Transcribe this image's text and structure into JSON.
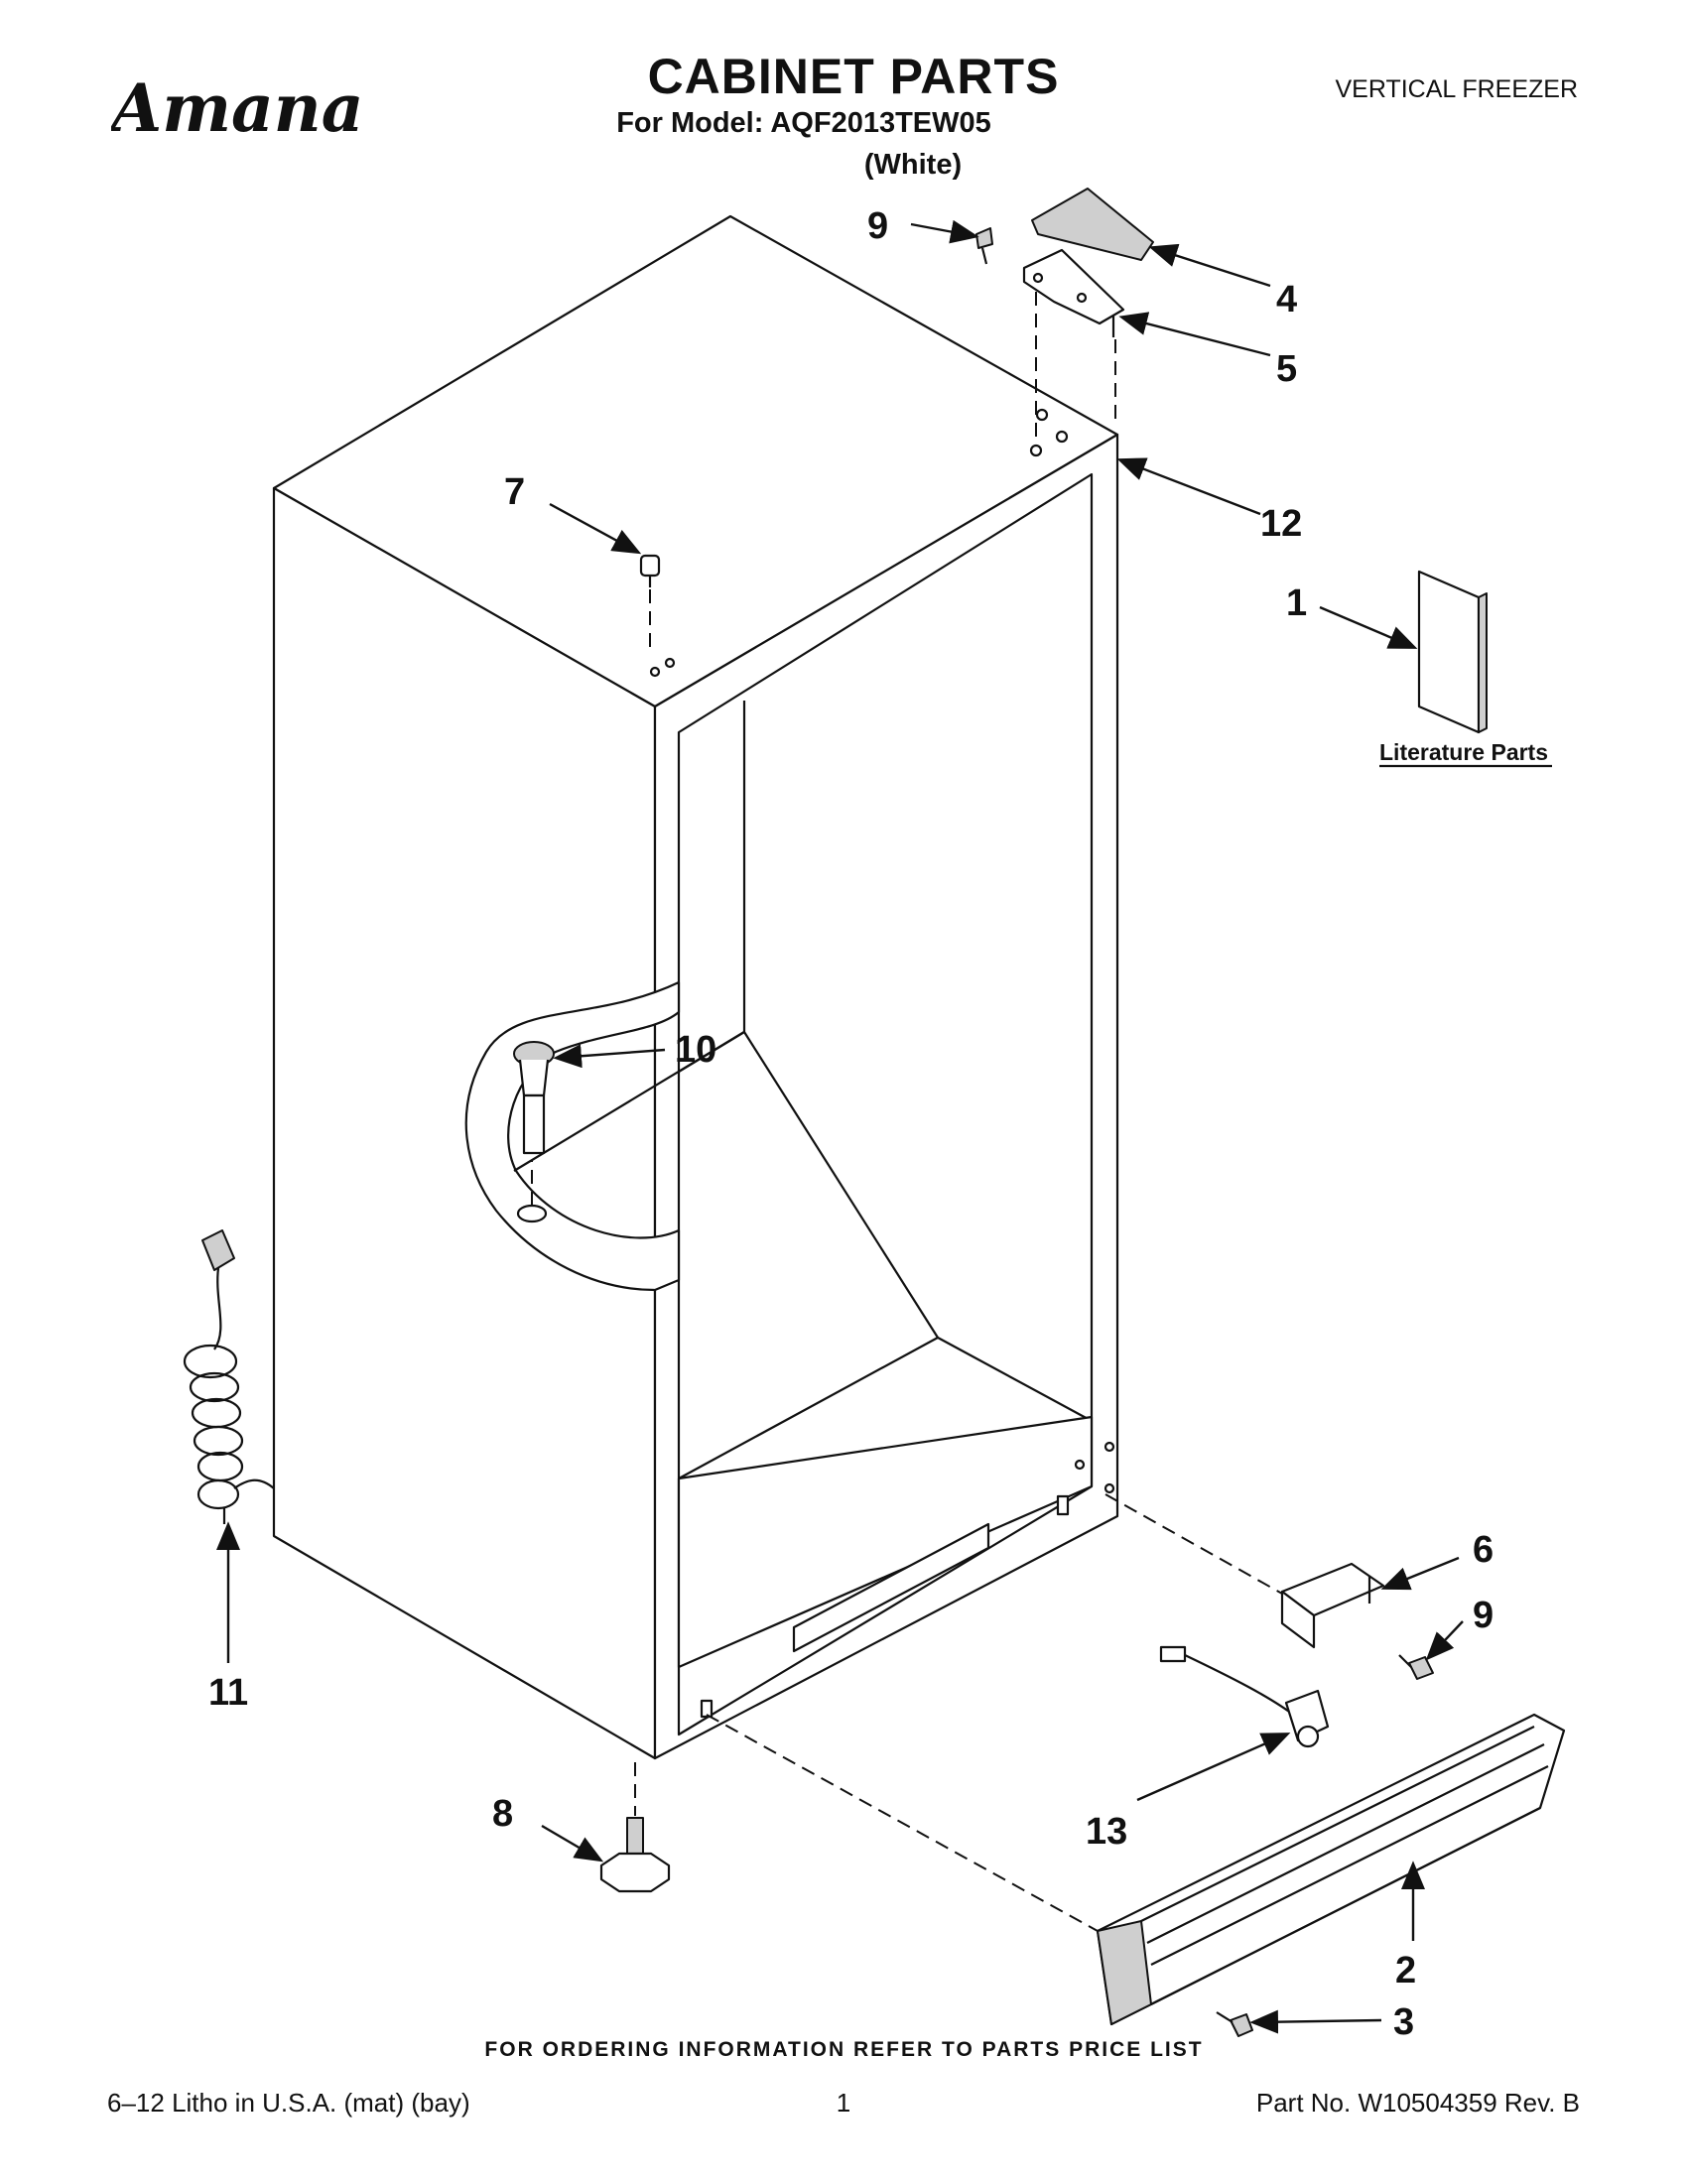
{
  "header": {
    "brand": "Amana",
    "title": "CABINET PARTS",
    "model_line": "For Model: AQF2013TEW05",
    "color_line": "(White)",
    "product_type": "VERTICAL FREEZER"
  },
  "callouts": [
    "1",
    "2",
    "3",
    "4",
    "5",
    "6",
    "7",
    "8",
    "9",
    "9",
    "10",
    "11",
    "12",
    "13"
  ],
  "literature_label": "Literature Parts",
  "ordering_note": "FOR ORDERING INFORMATION REFER TO PARTS PRICE LIST",
  "footer": {
    "left": "6–12 Litho in U.S.A. (mat) (bay)",
    "page": "1",
    "part_no": "Part No. W10504359 Rev. B"
  }
}
